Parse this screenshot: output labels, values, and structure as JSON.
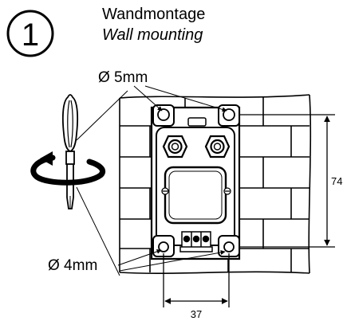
{
  "step": {
    "number": "1",
    "title_de": "Wandmontage",
    "title_en": "Wall mounting"
  },
  "labels": {
    "upper_hole_diameter": "Ø 5mm",
    "lower_hole_diameter": "Ø 4mm",
    "height_dimension": "74",
    "width_dimension": "37"
  },
  "icons": [
    "screwdriver-icon",
    "rotate-arrow-icon"
  ]
}
